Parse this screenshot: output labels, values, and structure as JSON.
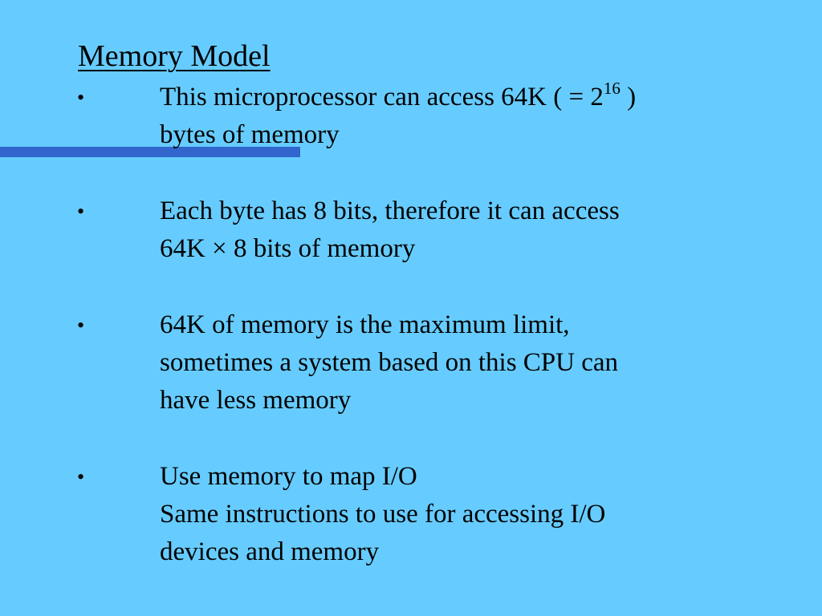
{
  "slide": {
    "title": "Memory Model",
    "colors": {
      "background": "#66CCFF",
      "accent_bar": "#3366CC",
      "text": "#000000"
    },
    "bullet_glyph": "•",
    "bullets": [
      {
        "lines": [
          {
            "pre": "This microprocessor can access 64K ( = 2",
            "sup": "16",
            "post": " )"
          },
          {
            "text": "bytes of memory"
          }
        ]
      },
      {
        "lines": [
          {
            "text": "Each byte has 8 bits, therefore it can access"
          },
          {
            "text": "64K × 8 bits of memory"
          }
        ]
      },
      {
        "lines": [
          {
            "text": "64K of memory is the maximum limit,"
          },
          {
            "text": "sometimes a system based on this CPU can"
          },
          {
            "text": "have less memory"
          }
        ]
      },
      {
        "lines": [
          {
            "text": "Use memory to map I/O"
          },
          {
            "text": "Same instructions to use for accessing I/O"
          },
          {
            "text": "devices and memory"
          }
        ]
      }
    ]
  }
}
